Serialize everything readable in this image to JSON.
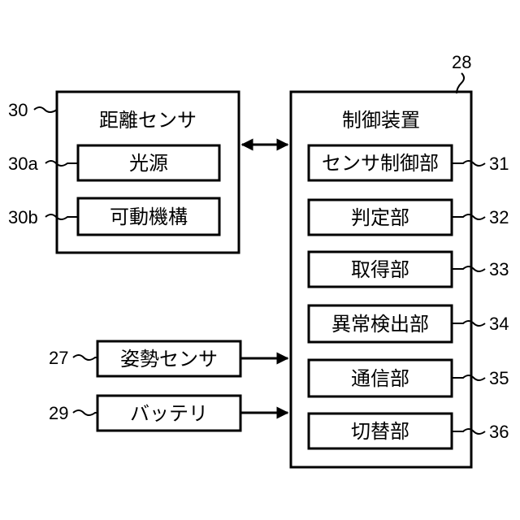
{
  "distance_sensor": {
    "title": "距離センサ",
    "ref": "30",
    "light_source": {
      "label": "光源",
      "ref": "30a"
    },
    "movable_mechanism": {
      "label": "可動機構",
      "ref": "30b"
    }
  },
  "control_device": {
    "title": "制御装置",
    "ref": "28",
    "units": [
      {
        "label": "センサ制御部",
        "ref": "31"
      },
      {
        "label": "判定部",
        "ref": "32"
      },
      {
        "label": "取得部",
        "ref": "33"
      },
      {
        "label": "異常検出部",
        "ref": "34"
      },
      {
        "label": "通信部",
        "ref": "35"
      },
      {
        "label": "切替部",
        "ref": "36"
      }
    ]
  },
  "attitude_sensor": {
    "label": "姿勢センサ",
    "ref": "27"
  },
  "battery": {
    "label": "バッテリ",
    "ref": "29"
  },
  "colors": {
    "line": "#000000",
    "background": "#ffffff"
  }
}
